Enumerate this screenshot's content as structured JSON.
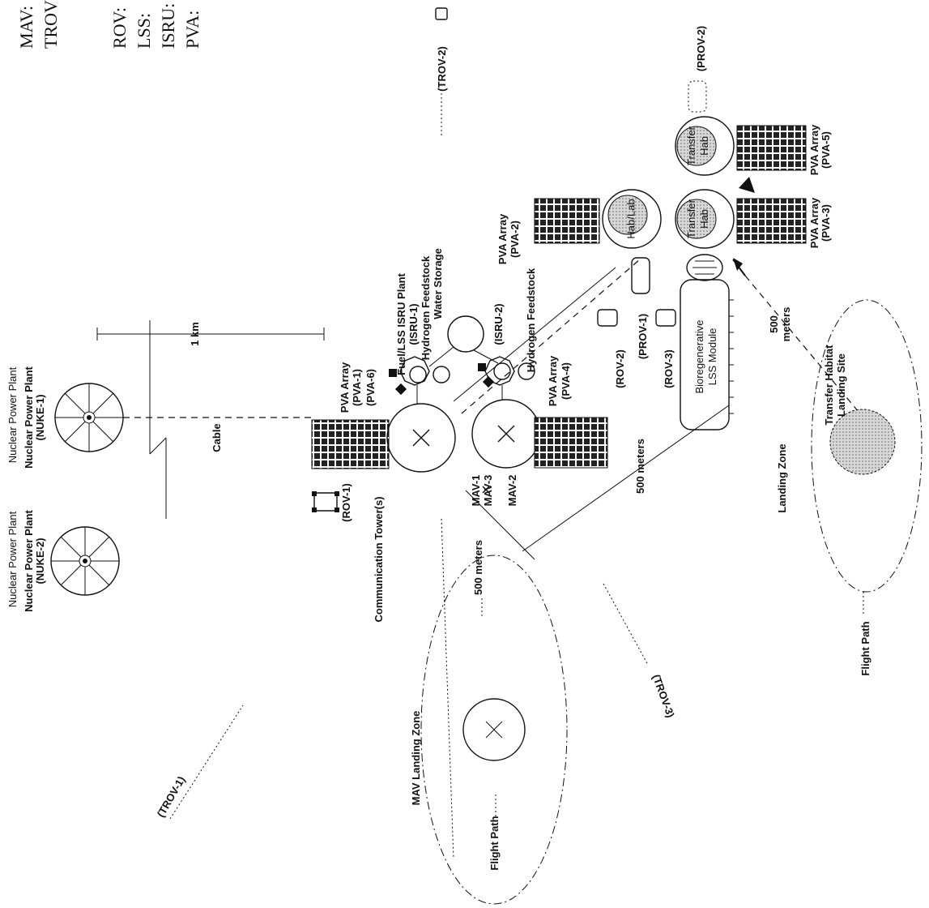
{
  "legend": {
    "abbreviations": [
      "MAV:",
      "TROV",
      "ROV:",
      "LSS:",
      "ISRU:",
      "PVA:"
    ]
  },
  "power": {
    "nuke1_title": "Nuclear Power Plant",
    "nuke1_sub": "Nuclear Power Plant",
    "nuke1_id": "(NUKE-1)",
    "nuke2_title": "Nuclear Power Plant",
    "nuke2_sub": "Nuclear Power Plant",
    "nuke2_id": "(NUKE-2)",
    "cable": "Cable",
    "distance": "1 km"
  },
  "pva": {
    "pva1_title": "PVA Array",
    "pva1_id1": "(PVA-1)",
    "pva1_id2": "(PVA-6)",
    "pva4_title": "PVA Array",
    "pva4_id": "(PVA-4)",
    "pva2_title": "PVA Array",
    "pva2_id": "(PVA-2)",
    "pva3_title": "PVA Array",
    "pva3_id": "(PVA-3)",
    "pva5_title": "PVA Array",
    "pva5_id": "(PVA-5)"
  },
  "isru": {
    "isru1_title": "Fuel/LSS ISRU Plant",
    "isru1_id": "(ISRU-1)",
    "h2_feed1": "Hydrogen Feedstock",
    "water": "Water Storage",
    "isru2_id": "(ISRU-2)",
    "h2_feed2": "Hydrogen Feedstock"
  },
  "rovers": {
    "rov1": "(ROV-1)",
    "rov2": "(ROV-2)",
    "rov3": "(ROV-3)",
    "prov1": "(PROV-1)",
    "prov2": "(PROV-2)",
    "trov1": "(TROV-1)",
    "trov2": "(TROV-2)",
    "trov3": "(TROV-3)"
  },
  "mav": {
    "mav13_a": "MAV-1",
    "mav13_b": "MAV-3",
    "mav2": "MAV-2",
    "comm": "Communication Tower(s)",
    "landing_zone": "MAV Landing Zone",
    "flight_path": "Flight Path",
    "dist_500": "500 meters"
  },
  "habs": {
    "hab_lab": "Hab/Lab",
    "transfer1_a": "Transfer",
    "transfer1_b": "Hab",
    "transfer2_a": "Transfer",
    "transfer2_b": "Hab",
    "lss_a": "Bioregenerative",
    "lss_b": "LSS Module",
    "dist_500_a": "500 meters",
    "dist_500_b": "500",
    "dist_500_c": "meters"
  },
  "landing": {
    "zone": "Landing Zone",
    "site_a": "Transfer Habitat",
    "site_b": "Landing Site",
    "flight_path": "Flight Path"
  }
}
